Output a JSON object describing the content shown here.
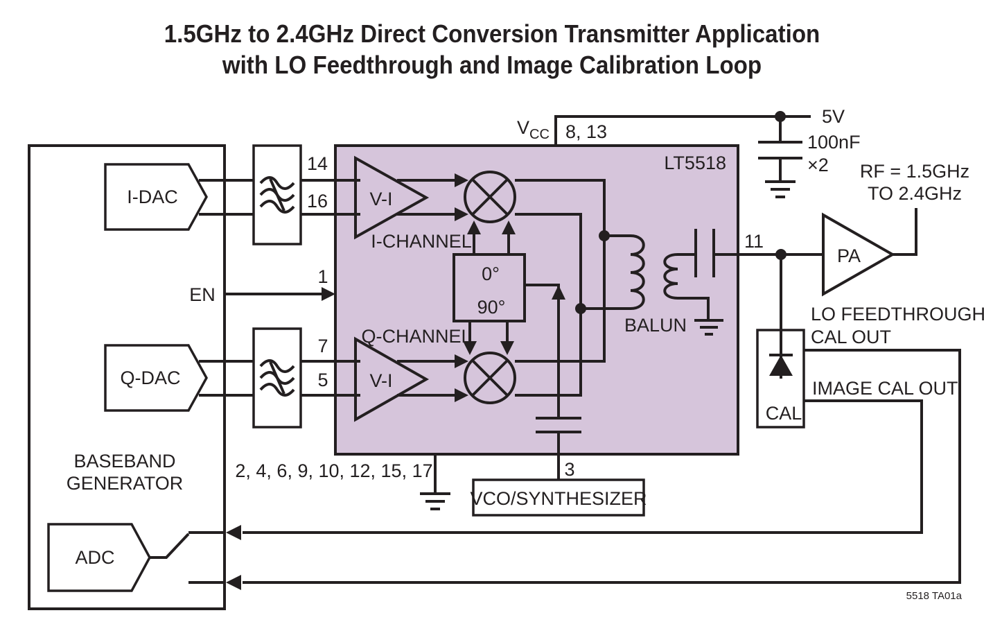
{
  "title": {
    "line1": "1.5GHz to 2.4GHz Direct Conversion Transmitter Application",
    "line2": "with LO Feedthrough and Image Calibration Loop"
  },
  "blocks": {
    "baseband": {
      "line1": "BASEBAND",
      "line2": "GENERATOR"
    },
    "i_dac": "I-DAC",
    "q_dac": "Q-DAC",
    "adc": "ADC",
    "chip": "LT5518",
    "vi": "V-I",
    "phase_0": "0°",
    "phase_90": "90°",
    "pa": "PA",
    "cal": "CAL",
    "vco": "VCO/SYNTHESIZER",
    "balun": "BALUN"
  },
  "labels": {
    "vcc_v": "V",
    "vcc_sub": "CC",
    "vcc_pins": "8, 13",
    "supply": "5V",
    "cap_value": "100nF",
    "cap_count": "×2",
    "rf_line1": "RF = 1.5GHz",
    "rf_line2": "TO 2.4GHz",
    "pin_14": "14",
    "pin_16": "16",
    "pin_1": "1",
    "pin_7": "7",
    "pin_5": "5",
    "pin_11": "11",
    "pin_3": "3",
    "gnd_pins": "2, 4, 6, 9, 10, 12, 15, 17",
    "en": "EN",
    "i_channel": "I-CHANNEL",
    "q_channel": "Q-CHANNEL",
    "lo_cal_line1": "LO FEEDTHROUGH",
    "lo_cal_line2": "CAL OUT",
    "image_cal": "IMAGE CAL OUT",
    "figure_id": "5518 TA01a"
  },
  "colors": {
    "ink": "#231f20",
    "chip_fill": "#d6c5db",
    "background": "#ffffff"
  }
}
